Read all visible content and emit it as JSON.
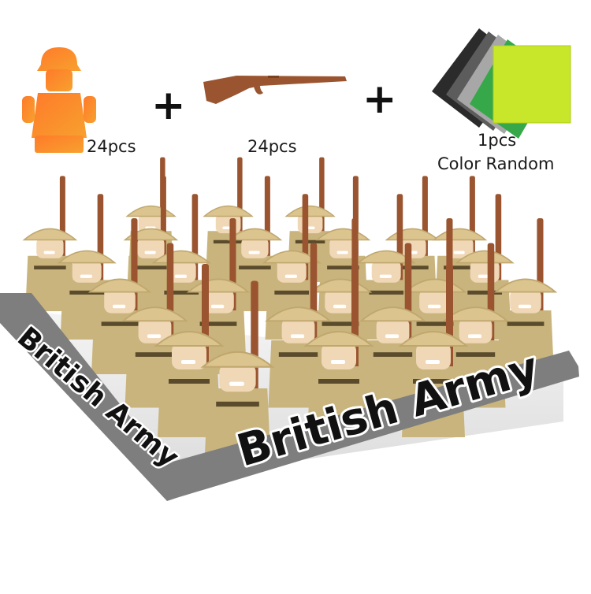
{
  "items": [
    {
      "name": "minifigure",
      "qty": "24pcs"
    },
    {
      "name": "rifle",
      "qty": "24pcs"
    },
    {
      "name": "baseplate",
      "qty": "1pcs",
      "note": "Color Random"
    }
  ],
  "plus_symbol": "+",
  "banner": {
    "left_text": "British Army",
    "right_text": "British Army"
  },
  "colors": {
    "minifig_orange": "#f7892c",
    "rifle_brown": "#9a5530",
    "soldier_tan": "#dcc48f",
    "banner_gray": "#7e7e7e",
    "plate_lime": "#c8e62a"
  }
}
